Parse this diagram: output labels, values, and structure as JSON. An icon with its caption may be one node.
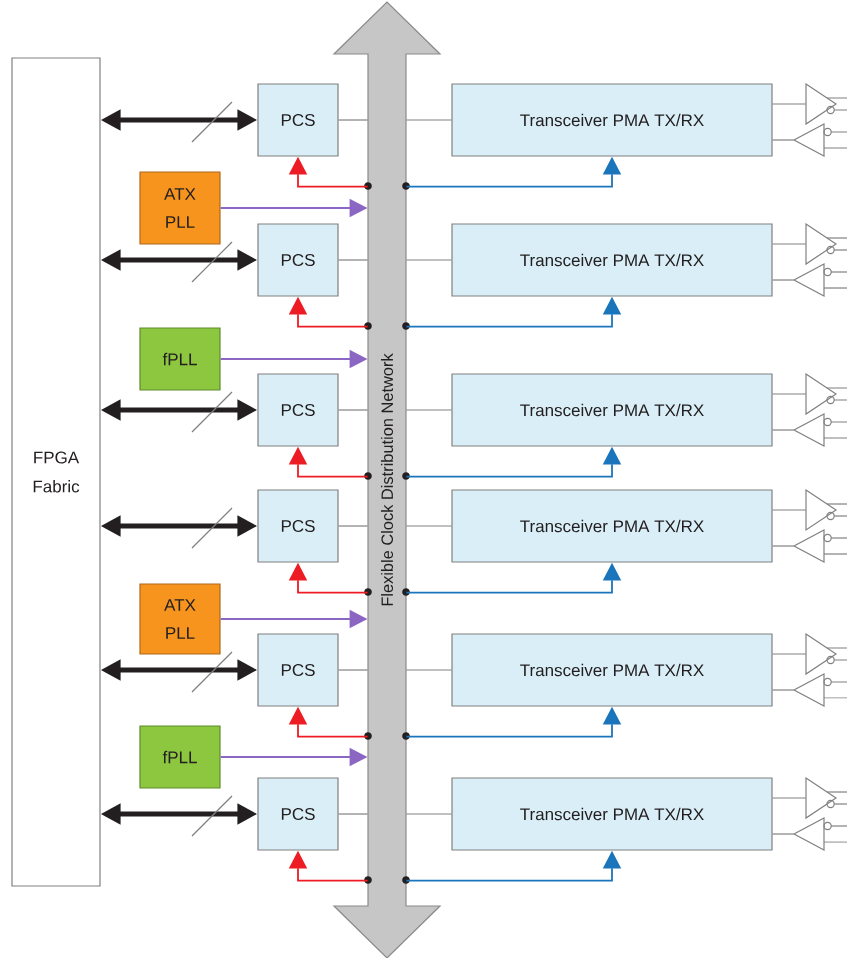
{
  "diagram": {
    "nodes": [
      {
        "text": [
          "FPGA Fabric"
        ]
      },
      {
        "text": [
          "Flexible Clock Distribution Network"
        ]
      },
      {
        "text": [
          "PCS"
        ]
      },
      {
        "text": [
          "Transceiver PMA TX/RX"
        ]
      },
      {
        "text": [],
        "shape": "triangle"
      },
      {
        "text": [],
        "shape": "triangle"
      },
      {
        "text": [
          "ATX PLL"
        ]
      },
      {
        "text": [
          "PCS"
        ]
      },
      {
        "text": [
          "Transceiver PMA TX/RX"
        ]
      },
      {
        "text": [],
        "shape": "triangle"
      },
      {
        "text": [],
        "shape": "triangle"
      },
      {
        "text": [
          "fPLL"
        ]
      },
      {
        "text": [
          "PCS"
        ]
      },
      {
        "text": [
          "Transceiver PMA TX/RX"
        ]
      },
      {
        "text": [],
        "shape": "triangle"
      },
      {
        "text": [],
        "shape": "triangle"
      },
      {
        "text": [
          "PCS"
        ]
      },
      {
        "text": [
          "Transceiver PMA TX/RX"
        ]
      },
      {
        "text": [],
        "shape": "triangle"
      },
      {
        "text": [],
        "shape": "triangle"
      },
      {
        "text": [
          "ATX PLL"
        ]
      },
      {
        "text": [
          "PCS"
        ]
      },
      {
        "text": [
          "Transceiver PMA TX/RX"
        ]
      },
      {
        "text": [],
        "shape": "triangle"
      },
      {
        "text": [],
        "shape": "triangle"
      },
      {
        "text": [
          "fPLL"
        ]
      },
      {
        "text": [
          "PCS"
        ]
      },
      {
        "text": [
          "Transceiver PMA TX/RX"
        ]
      },
      {
        "text": [],
        "shape": "triangle"
      },
      {
        "text": [],
        "shape": "triangle"
      }
    ],
    "edges": [
      {
        "from": 0,
        "to": 2,
        "arrow": "both",
        "style": "thick",
        "color": "#231f20"
      },
      {
        "from": 2,
        "to": 1,
        "arrow": "none"
      },
      {
        "from": 1,
        "to": 3,
        "arrow": "none"
      },
      {
        "from": 1,
        "to": 2,
        "arrow": "to",
        "color": "#ed1c24"
      },
      {
        "from": 1,
        "to": 3,
        "arrow": "to",
        "color": "#1b75bb"
      },
      {
        "from": 3,
        "to": 4,
        "arrow": "none"
      },
      {
        "from": 5,
        "to": 3,
        "arrow": "none"
      },
      {
        "from": 6,
        "to": 1,
        "arrow": "to",
        "color": "#8b66c2"
      },
      {
        "from": 0,
        "to": 7,
        "arrow": "both",
        "style": "thick",
        "color": "#231f20"
      },
      {
        "from": 7,
        "to": 1,
        "arrow": "none"
      },
      {
        "from": 1,
        "to": 8,
        "arrow": "none"
      },
      {
        "from": 1,
        "to": 7,
        "arrow": "to",
        "color": "#ed1c24"
      },
      {
        "from": 1,
        "to": 8,
        "arrow": "to",
        "color": "#1b75bb"
      },
      {
        "from": 8,
        "to": 9,
        "arrow": "none"
      },
      {
        "from": 10,
        "to": 8,
        "arrow": "none"
      },
      {
        "from": 11,
        "to": 1,
        "arrow": "to",
        "color": "#8b66c2"
      },
      {
        "from": 0,
        "to": 12,
        "arrow": "both",
        "style": "thick",
        "color": "#231f20"
      },
      {
        "from": 12,
        "to": 1,
        "arrow": "none"
      },
      {
        "from": 1,
        "to": 13,
        "arrow": "none"
      },
      {
        "from": 1,
        "to": 12,
        "arrow": "to",
        "color": "#ed1c24"
      },
      {
        "from": 1,
        "to": 13,
        "arrow": "to",
        "color": "#1b75bb"
      },
      {
        "from": 13,
        "to": 14,
        "arrow": "none"
      },
      {
        "from": 15,
        "to": 13,
        "arrow": "none"
      },
      {
        "from": 0,
        "to": 16,
        "arrow": "both",
        "style": "thick",
        "color": "#231f20"
      },
      {
        "from": 16,
        "to": 1,
        "arrow": "none"
      },
      {
        "from": 1,
        "to": 17,
        "arrow": "none"
      },
      {
        "from": 1,
        "to": 16,
        "arrow": "to",
        "color": "#ed1c24"
      },
      {
        "from": 1,
        "to": 17,
        "arrow": "to",
        "color": "#1b75bb"
      },
      {
        "from": 17,
        "to": 18,
        "arrow": "none"
      },
      {
        "from": 19,
        "to": 17,
        "arrow": "none"
      },
      {
        "from": 20,
        "to": 1,
        "arrow": "to",
        "color": "#8b66c2"
      },
      {
        "from": 0,
        "to": 21,
        "arrow": "both",
        "style": "thick",
        "color": "#231f20"
      },
      {
        "from": 21,
        "to": 1,
        "arrow": "none"
      },
      {
        "from": 1,
        "to": 22,
        "arrow": "none"
      },
      {
        "from": 1,
        "to": 21,
        "arrow": "to",
        "color": "#ed1c24"
      },
      {
        "from": 1,
        "to": 22,
        "arrow": "to",
        "color": "#1b75bb"
      },
      {
        "from": 22,
        "to": 23,
        "arrow": "none"
      },
      {
        "from": 24,
        "to": 22,
        "arrow": "none"
      },
      {
        "from": 25,
        "to": 1,
        "arrow": "to",
        "color": "#8b66c2"
      },
      {
        "from": 0,
        "to": 26,
        "arrow": "both",
        "style": "thick",
        "color": "#231f20"
      },
      {
        "from": 26,
        "to": 1,
        "arrow": "none"
      },
      {
        "from": 1,
        "to": 27,
        "arrow": "none"
      },
      {
        "from": 1,
        "to": 26,
        "arrow": "to",
        "color": "#ed1c24"
      },
      {
        "from": 1,
        "to": 27,
        "arrow": "to",
        "color": "#1b75bb"
      },
      {
        "from": 27,
        "to": 28,
        "arrow": "none"
      },
      {
        "from": 29,
        "to": 27,
        "arrow": "none"
      }
    ]
  }
}
